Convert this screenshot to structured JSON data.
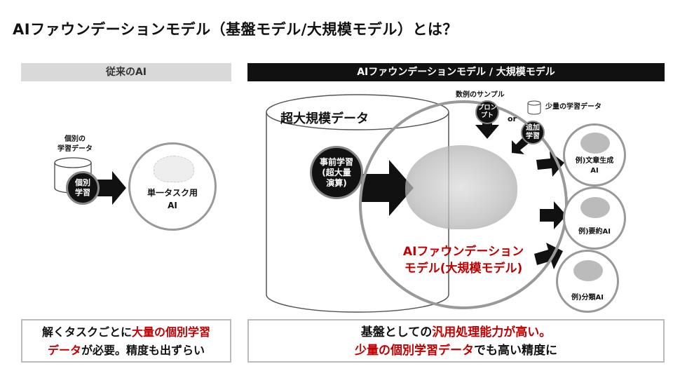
{
  "title": "AIファウンデーションモデル（基盤モデル/大規模モデル）とは？",
  "left": {
    "header": "従来のAI",
    "data_label_1": "個別の",
    "data_label_2": "学習データ",
    "process_1": "個別",
    "process_2": "学習",
    "result_1": "単一タスク用",
    "result_2": "AI",
    "summary_1a": "解くタスクごとに",
    "summary_1b": "大量の個別学習",
    "summary_2a": "データ",
    "summary_2b": "が必要。精度も出ずらい"
  },
  "right": {
    "header": "AIファウンデーションモデル / 大規模モデル",
    "big_data": "超大規模データ",
    "pretrain_1": "事前学習",
    "pretrain_2": "(超大量",
    "pretrain_3": "演算)",
    "few_shot": "数例のサンプル",
    "prompt_1": "プロン",
    "prompt_2": "プト",
    "or": "or",
    "small_data": "少量の学習データ",
    "finetune_1": "追加",
    "finetune_2": "学習",
    "model_1": "AIファウンデーション",
    "model_2": "モデル(大規模モデル)",
    "tasks": [
      {
        "l1": "例)文章生成",
        "l2": "AI"
      },
      {
        "l1": "例)要約AI",
        "l2": ""
      },
      {
        "l1": "例)分類AI",
        "l2": ""
      }
    ],
    "summary_1a": "基盤としての",
    "summary_1b": "汎用処理能力が高い。",
    "summary_2a": "少量の個別学習データ",
    "summary_2b": "でも高い精度に"
  },
  "colors": {
    "accent": "#c00000",
    "dark": "#111111",
    "gray": "#d9d9d9"
  }
}
